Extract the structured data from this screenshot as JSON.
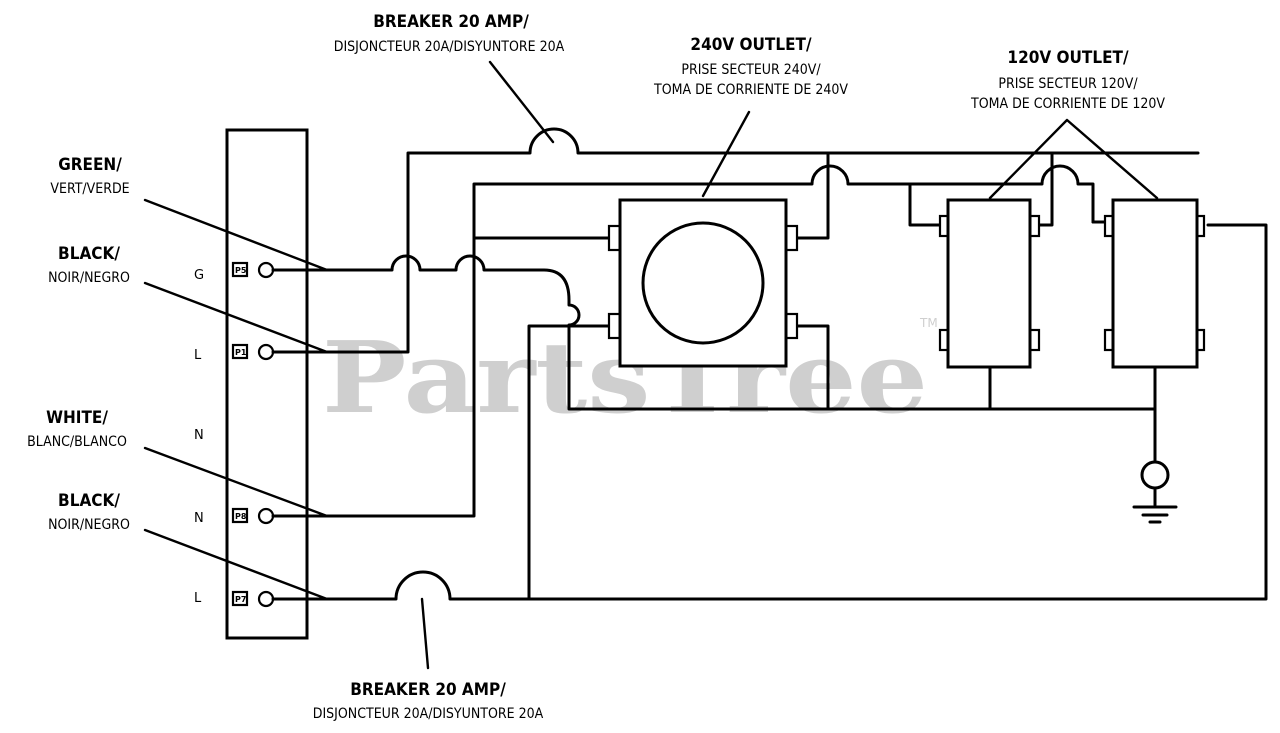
{
  "watermark": {
    "text": "PartsTree",
    "mark": "TM"
  },
  "labels": {
    "breaker_top": {
      "main": "BREAKER 20 AMP/",
      "sub": "DISJONCTEUR 20A/DISYUNTORE 20A"
    },
    "breaker_bottom": {
      "main": "BREAKER 20 AMP/",
      "sub": "DISJONCTEUR 20A/DISYUNTORE 20A"
    },
    "outlet_240": {
      "main": "240V OUTLET/",
      "sub1": "PRISE SECTEUR 240V/",
      "sub2": "TOMA DE CORRIENTE DE 240V"
    },
    "outlet_120": {
      "main": "120V OUTLET/",
      "sub1": "PRISE SECTEUR 120V/",
      "sub2": "TOMA DE CORRIENTE DE 120V"
    },
    "green": {
      "main": "GREEN/",
      "sub": "VERT/VERDE"
    },
    "black_1": {
      "main": "BLACK/",
      "sub": "NOIR/NEGRO"
    },
    "white": {
      "main": "WHITE/",
      "sub": "BLANC/BLANCO"
    },
    "black_2": {
      "main": "BLACK/",
      "sub": "NOIR/NEGRO"
    }
  },
  "terminals": {
    "g": {
      "letter": "G",
      "tag": "P5"
    },
    "l1": {
      "letter": "L",
      "tag": "P1"
    },
    "n_blank": {
      "letter": "N"
    },
    "n": {
      "letter": "N",
      "tag": "P8"
    },
    "l2": {
      "letter": "L",
      "tag": "P7"
    }
  }
}
